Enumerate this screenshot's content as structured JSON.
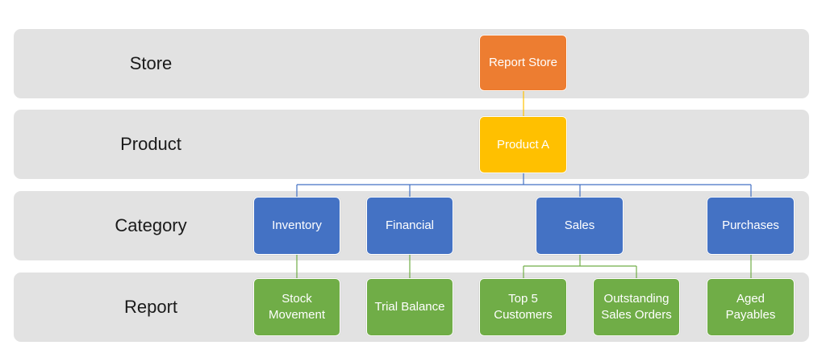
{
  "levels": [
    {
      "label": "Store"
    },
    {
      "label": "Product"
    },
    {
      "label": "Category"
    },
    {
      "label": "Report"
    }
  ],
  "colors": {
    "store": "#ed7d31",
    "product": "#ffc000",
    "category": "#4472c4",
    "report": "#70ad47",
    "band": "#e2e2e2"
  },
  "nodes": {
    "store": {
      "label": "Report Store"
    },
    "product": {
      "label": "Product A"
    },
    "categories": [
      {
        "label": "Inventory"
      },
      {
        "label": "Financial"
      },
      {
        "label": "Sales"
      },
      {
        "label": "Purchases"
      }
    ],
    "reports": [
      {
        "label": "Stock\nMovement"
      },
      {
        "label": "Trial Balance"
      },
      {
        "label": "Top 5\nCustomers"
      },
      {
        "label": "Outstanding\nSales Orders"
      },
      {
        "label": "Aged\nPayables"
      }
    ]
  }
}
